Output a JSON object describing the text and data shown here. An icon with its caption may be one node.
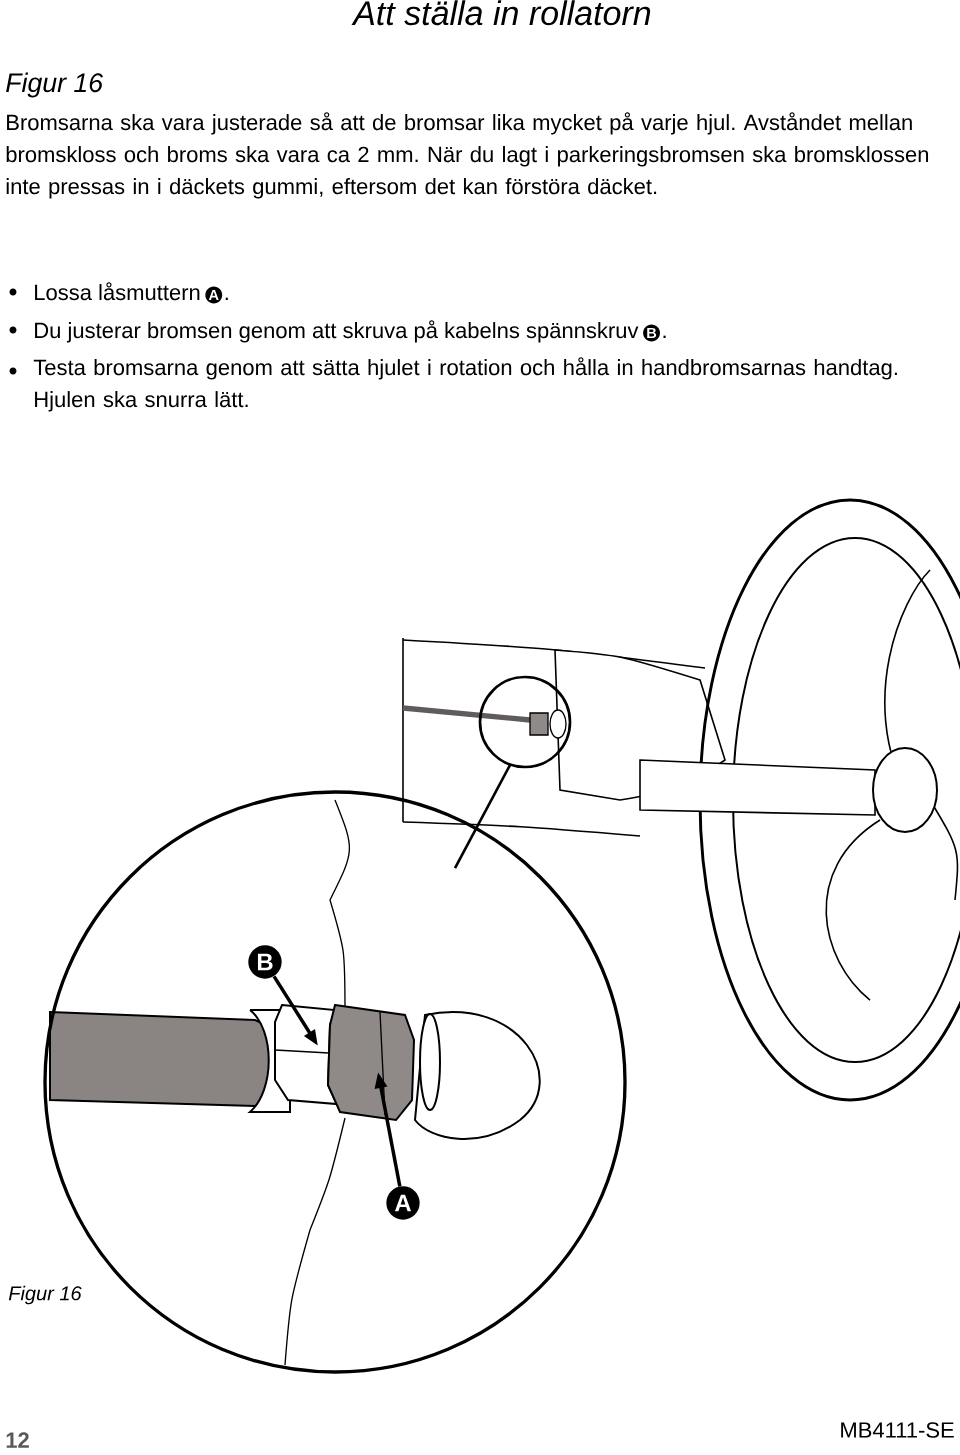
{
  "diagram": {
    "title": "Att ställa in rollatorn",
    "caption": "Figur 16",
    "nodes": [
      {
        "text": [
          "B"
        ]
      },
      {
        "text": [
          "A"
        ]
      },
      {
        "text": [],
        "shape": "picture"
      },
      {
        "text": [],
        "shape": "picture"
      }
    ],
    "edges": [
      {
        "from": 0,
        "to": 2,
        "arrow": "to"
      },
      {
        "from": 1,
        "to": 3,
        "arrow": "to"
      }
    ],
    "labels": [
      "Figur 16",
      "Bromsarna ska vara justerade så att de bromsar lika mycket på varje hjul. Avståndet mellan bromskloss och broms ska vara ca 2 mm. När du lagt i parkeringsbromsen ska bromsklossen inte pressas in i däckets gummi, eftersom det kan förstöra däcket.",
      "Lossa låsmuttern",
      "A",
      ".",
      "Du justerar bromsen genom att skruva på kabelns spännskruv",
      "B",
      ".",
      "Testa bromsarna genom att sätta hjulet i rotation och hålla in handbromsarnas handtag. Hjulen ska snurra lätt.",
      "12",
      "MB4111-SE"
    ]
  }
}
